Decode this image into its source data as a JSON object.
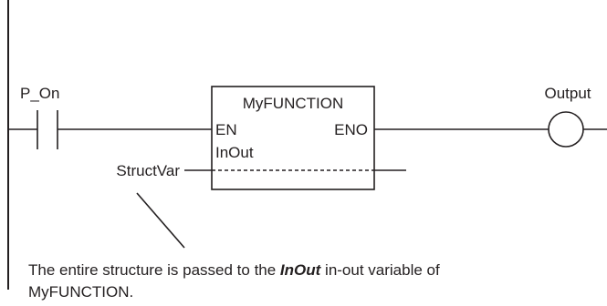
{
  "contact": {
    "variable": "P_On"
  },
  "function_block": {
    "name": "MyFUNCTION",
    "input_en": "EN",
    "output_eno": "ENO",
    "inout_param": "InOut"
  },
  "inout_argument": "StructVar",
  "coil": {
    "variable": "Output"
  },
  "note": {
    "line1_before": "The entire structure is passed to the ",
    "line1_emphasis": "InOut",
    "line1_after": " in-out variable of",
    "line2": "MyFUNCTION."
  }
}
